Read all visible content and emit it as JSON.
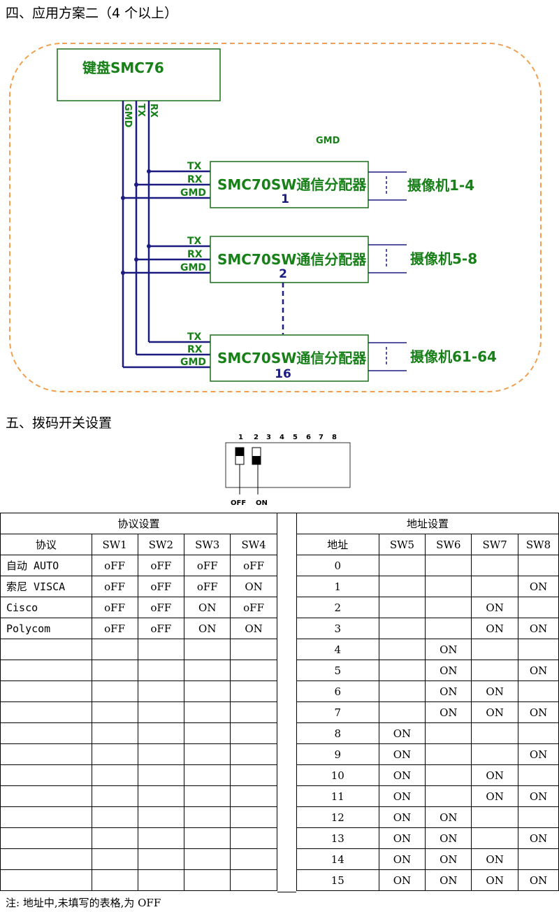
{
  "section4": {
    "heading": "四、应用方案二（4 个以上）"
  },
  "diagram": {
    "keyboard_label": "键盘SMC76",
    "vertical_labels": [
      "GMD",
      "TX",
      "RX"
    ],
    "gmd_label": "GMD",
    "port_labels": [
      "TX",
      "RX",
      "GMD"
    ],
    "distributors": [
      {
        "label": "SMC70SW通信分配器",
        "number": "1",
        "camera": "摄像机1-4"
      },
      {
        "label": "SMC70SW通信分配器",
        "number": "2",
        "camera": "摄像机5-8"
      },
      {
        "label": "SMC70SW通信分配器",
        "number": "16",
        "camera": "摄像机61-64"
      }
    ],
    "colors": {
      "wire": "#1c1c80",
      "label": "#188018",
      "dashed_border": "#f0a050"
    }
  },
  "section5": {
    "heading": "五、拨码开关设置"
  },
  "dip": {
    "numbers": [
      "1",
      "2",
      "3",
      "4",
      "5",
      "6",
      "7",
      "8"
    ],
    "off_label": "OFF",
    "on_label": "ON"
  },
  "protocol_table": {
    "title": "协议设置",
    "headers": [
      "协议",
      "SW1",
      "SW2",
      "SW3",
      "SW4"
    ],
    "rows": [
      [
        "自动 AUTO",
        "oFF",
        "oFF",
        "oFF",
        "oFF"
      ],
      [
        "索尼 VISCA",
        "oFF",
        "oFF",
        "oFF",
        "ON"
      ],
      [
        "Cisco",
        "oFF",
        "oFF",
        "ON",
        "oFF"
      ],
      [
        "Polycom",
        "oFF",
        "oFF",
        "ON",
        "ON"
      ]
    ]
  },
  "address_table": {
    "title": "地址设置",
    "headers": [
      "地址",
      "SW5",
      "SW6",
      "SW7",
      "SW8"
    ],
    "rows": [
      [
        "0",
        "",
        "",
        "",
        ""
      ],
      [
        "1",
        "",
        "",
        "",
        "ON"
      ],
      [
        "2",
        "",
        "",
        "ON",
        ""
      ],
      [
        "3",
        "",
        "",
        "ON",
        "ON"
      ],
      [
        "4",
        "",
        "ON",
        "",
        ""
      ],
      [
        "5",
        "",
        "ON",
        "",
        "ON"
      ],
      [
        "6",
        "",
        "ON",
        "ON",
        ""
      ],
      [
        "7",
        "",
        "ON",
        "ON",
        "ON"
      ],
      [
        "8",
        "ON",
        "",
        "",
        ""
      ],
      [
        "9",
        "ON",
        "",
        "",
        "ON"
      ],
      [
        "10",
        "ON",
        "",
        "ON",
        ""
      ],
      [
        "11",
        "ON",
        "",
        "ON",
        "ON"
      ],
      [
        "12",
        "ON",
        "ON",
        "",
        ""
      ],
      [
        "13",
        "ON",
        "ON",
        "",
        "ON"
      ],
      [
        "14",
        "ON",
        "ON",
        "ON",
        ""
      ],
      [
        "15",
        "ON",
        "ON",
        "ON",
        "ON"
      ]
    ]
  },
  "note": "注: 地址中,未填写的表格,为 OFF"
}
